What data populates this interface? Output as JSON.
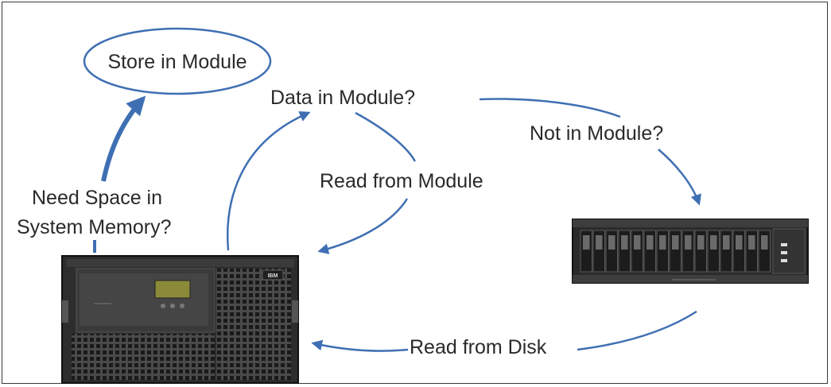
{
  "labels": {
    "store": "Store in Module",
    "data_in_module": "Data in Module?",
    "not_in_module": "Not in Module?",
    "read_from_module": "Read from Module",
    "need_space_line1": "Need Space in",
    "need_space_line2": "System Memory?",
    "read_from_disk": "Read from Disk"
  },
  "server": {
    "brand": "IBM"
  },
  "colors": {
    "arrow": "#3f6fb3",
    "text": "#2a2a2a",
    "ellipse": "#3f6fb3"
  }
}
